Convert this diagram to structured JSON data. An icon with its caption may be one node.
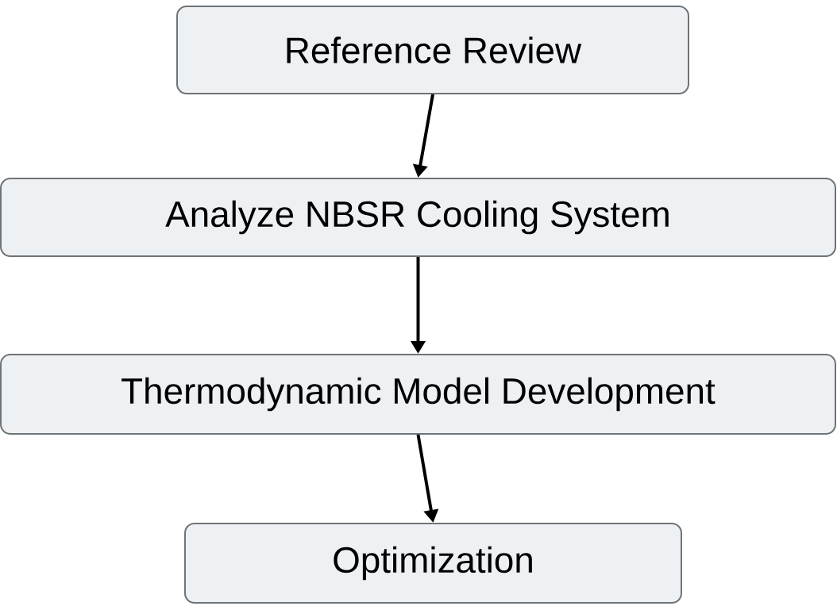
{
  "diagram": {
    "nodes": [
      {
        "text": [
          "Reference Review"
        ]
      },
      {
        "text": [
          "Analyze NBSR Cooling System"
        ]
      },
      {
        "text": [
          "Thermodynamic Model Development"
        ]
      },
      {
        "text": [
          "Optimization"
        ]
      }
    ],
    "edges": [
      {
        "from": 0,
        "to": 1,
        "arrow": "to"
      },
      {
        "from": 1,
        "to": 2,
        "arrow": "to"
      },
      {
        "from": 2,
        "to": 3,
        "arrow": "to"
      }
    ]
  }
}
